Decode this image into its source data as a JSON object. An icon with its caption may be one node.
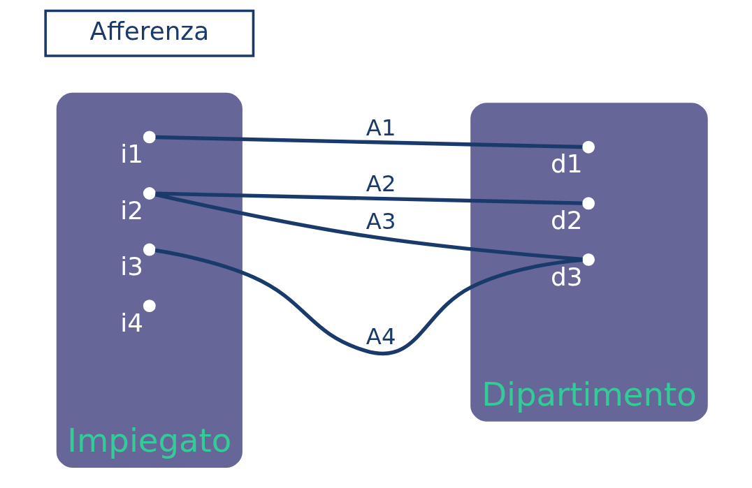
{
  "diagram": {
    "nodes": [
      {
        "text": [
          "Impiegato"
        ]
      },
      {
        "text": [
          "i1"
        ],
        "in": 0
      },
      {
        "text": [
          "i2"
        ],
        "in": 0
      },
      {
        "text": [
          "i3"
        ],
        "in": 0
      },
      {
        "text": [
          "i4"
        ],
        "in": 0
      },
      {
        "text": [
          "Dipartimento"
        ]
      },
      {
        "text": [
          "d1"
        ],
        "in": 5
      },
      {
        "text": [
          "d2"
        ],
        "in": 5
      },
      {
        "text": [
          "d3"
        ],
        "in": 5
      },
      {
        "text": [
          "Afferenza"
        ]
      }
    ],
    "edges": [
      {
        "from": 1,
        "to": 6,
        "arrow": "none",
        "label": "A1"
      },
      {
        "from": 2,
        "to": 7,
        "arrow": "none",
        "label": "A2"
      },
      {
        "from": 2,
        "to": 8,
        "arrow": "none",
        "label": "A3"
      },
      {
        "from": 3,
        "to": 8,
        "arrow": "none",
        "label": "A4"
      }
    ]
  }
}
